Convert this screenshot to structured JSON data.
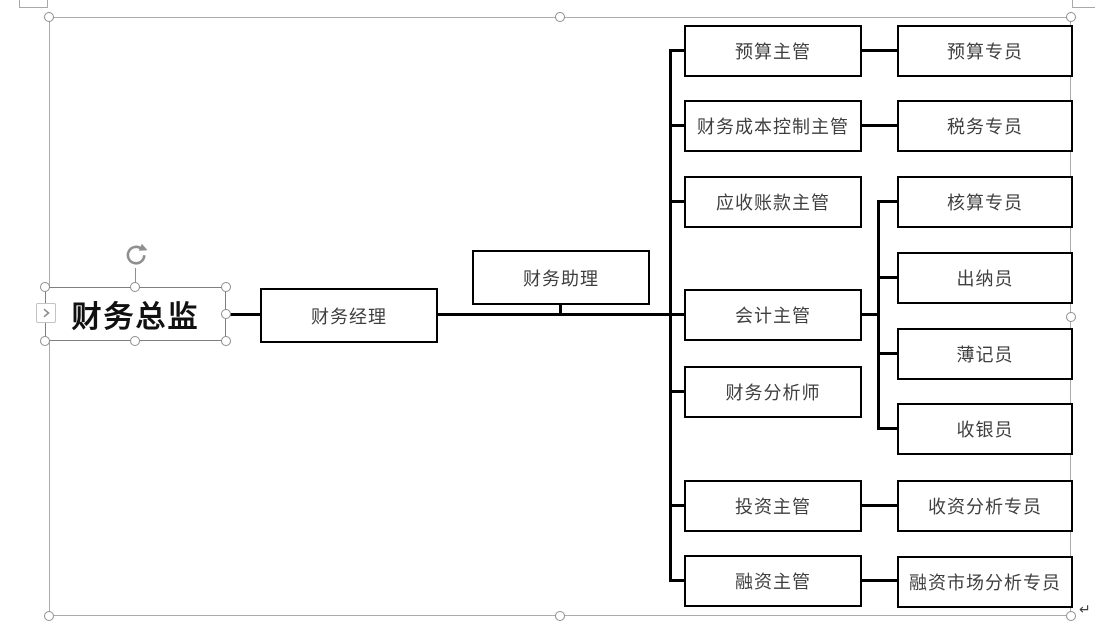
{
  "colors": {
    "node_border": "#000000",
    "node_fill": "#ffffff",
    "node_text": "#3f3f3f",
    "root_text": "#111111",
    "connector": "#000000",
    "shape_selection": "#7f7f7f",
    "canvas_selection": "#ababab"
  },
  "diagram": {
    "type": "org-chart",
    "root": {
      "label": "财务总监"
    },
    "manager": {
      "label": "财务经理"
    },
    "assistant": {
      "label": "财务助理"
    },
    "supervisors": [
      {
        "label": "预算主管"
      },
      {
        "label": "财务成本控制主管"
      },
      {
        "label": "应收账款主管"
      },
      {
        "label": "会计主管"
      },
      {
        "label": "财务分析师"
      },
      {
        "label": "投资主管"
      },
      {
        "label": "融资主管"
      }
    ],
    "specialists": [
      {
        "label": "预算专员"
      },
      {
        "label": "税务专员"
      },
      {
        "label": "核算专员"
      },
      {
        "label": "出纳员"
      },
      {
        "label": "薄记员"
      },
      {
        "label": "收银员"
      },
      {
        "label": "收资分析专员"
      },
      {
        "label": "融资市场分析专员"
      }
    ],
    "edges": [
      "财务总监→财务经理",
      "财务经理→财务助理",
      "财务经理→预算主管",
      "财务经理→财务成本控制主管",
      "财务经理→应收账款主管",
      "财务经理→会计主管",
      "财务经理→财务分析师",
      "财务经理→投资主管",
      "财务经理→融资主管",
      "预算主管→预算专员",
      "财务成本控制主管→税务专员",
      "会计主管→核算专员",
      "会计主管→出纳员",
      "会计主管→薄记员",
      "会计主管→收银员",
      "投资主管→收资分析专员",
      "融资主管→融资市场分析专员"
    ],
    "paragraph_mark": "↵"
  }
}
